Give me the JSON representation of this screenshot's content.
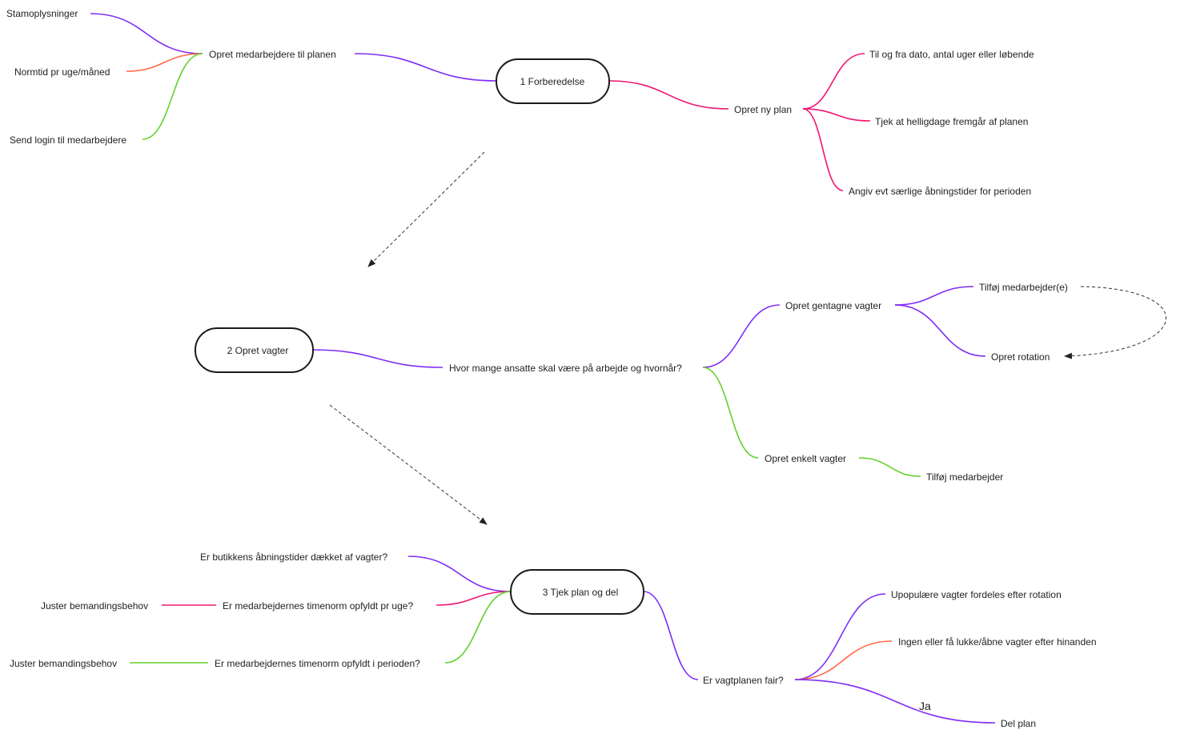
{
  "colors": {
    "purple": "#7f2cf5",
    "pink": "#ef1674",
    "orange": "#ff6a45",
    "green": "#62d12c"
  },
  "nodes": {
    "n1": {
      "title": "1 Forberedelse",
      "left": {
        "main": "Opret medarbejdere til planen",
        "children": [
          "Stamoplysninger",
          "Normtid pr uge/måned",
          "Send login til medarbejdere"
        ]
      },
      "right": {
        "main": "Opret ny plan",
        "children": [
          "Til og fra dato, antal uger eller løbende",
          "Tjek at helligdage fremgår af planen",
          "Angiv evt særlige åbningstider for perioden"
        ]
      }
    },
    "n2": {
      "title": "2 Opret vagter",
      "question": "Hvor mange ansatte skal være på arbejde og hvornår?",
      "recurring": {
        "label": "Opret gentagne vagter",
        "children": [
          "Tilføj medarbejder(e)",
          "Opret rotation"
        ]
      },
      "single": {
        "label": "Opret enkelt vagter",
        "children": [
          "Tilføj medarbejder"
        ]
      }
    },
    "n3": {
      "title": "3 Tjek plan og del",
      "left": [
        "Er butikkens åbningstider dækket af vagter?",
        "Er medarbejdernes timenorm opfyldt pr uge?",
        "Er medarbejdernes timenorm opfyldt i perioden?"
      ],
      "left_actions": [
        "Juster bemandingsbehov",
        "Juster bemandingsbehov"
      ],
      "fair": {
        "label": "Er vagtplanen fair?",
        "children": [
          "Upopulære vagter fordeles efter rotation",
          "Ingen eller få lukke/åbne vagter efter hinanden",
          "Del plan"
        ],
        "edge_label": "Ja"
      }
    }
  }
}
